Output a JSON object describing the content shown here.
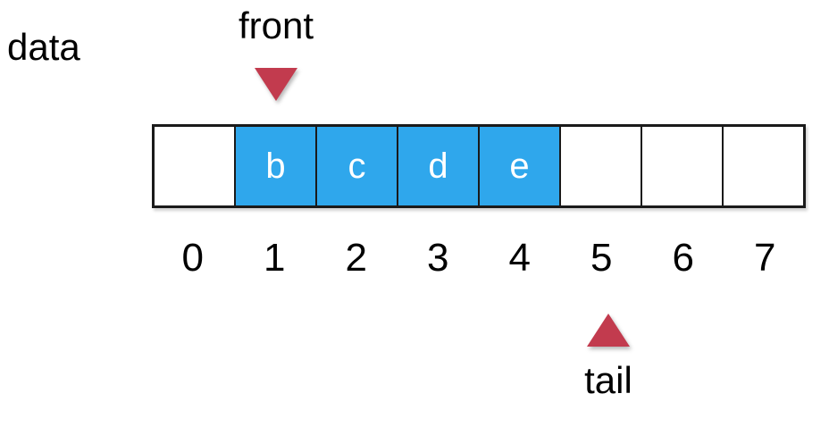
{
  "labels": {
    "data": "data",
    "front": "front",
    "tail": "tail"
  },
  "array": {
    "cells": [
      {
        "index": "0",
        "value": "",
        "filled": false
      },
      {
        "index": "1",
        "value": "b",
        "filled": true
      },
      {
        "index": "2",
        "value": "c",
        "filled": true
      },
      {
        "index": "3",
        "value": "d",
        "filled": true
      },
      {
        "index": "4",
        "value": "e",
        "filled": true
      },
      {
        "index": "5",
        "value": "",
        "filled": false
      },
      {
        "index": "6",
        "value": "",
        "filled": false
      },
      {
        "index": "7",
        "value": "",
        "filled": false
      }
    ],
    "front_index": 1,
    "tail_index": 5
  },
  "icons": {
    "front_pointer": "triangle-down",
    "tail_pointer": "triangle-up"
  },
  "colors": {
    "filled_cell": "#2FA7EC",
    "pointer": "#C23B4E",
    "border": "#1A1A1A",
    "cell_text": "#FFFFFF",
    "label_text": "#000000"
  }
}
